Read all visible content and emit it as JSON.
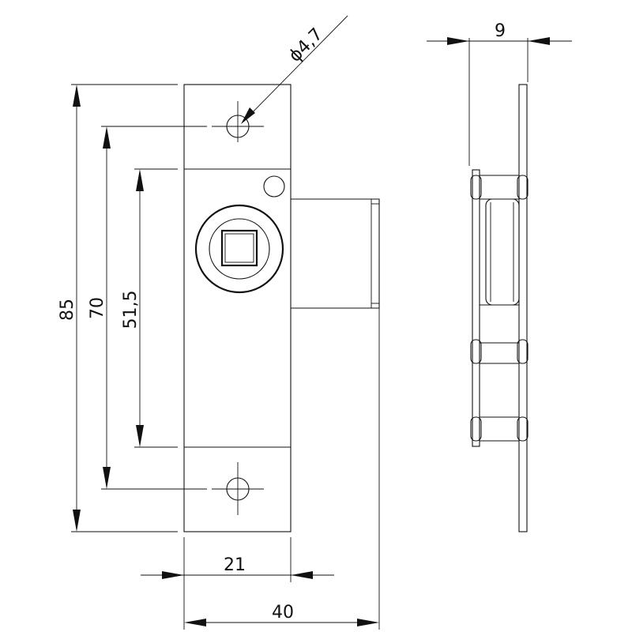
{
  "drawing": {
    "dimensions": {
      "hole_diameter": "ϕ4,7",
      "overall_height": "85",
      "hole_spacing": "70",
      "inner_plate_height": "51,5",
      "plate_width": "21",
      "total_depth": "40",
      "side_thickness": "9"
    },
    "colors": {
      "line": "#111111",
      "background": "#ffffff"
    }
  }
}
